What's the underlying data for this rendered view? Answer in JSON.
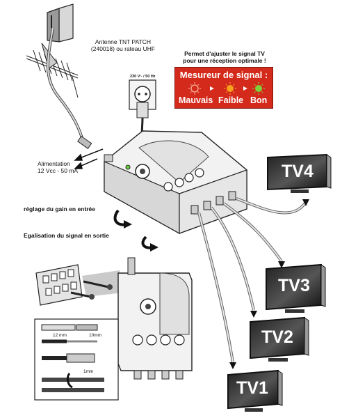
{
  "antenna": {
    "line1": "Antenne TNT PATCH",
    "line2": "(240018) ou rateau UHF"
  },
  "supply": {
    "line1": "Alimentation",
    "line2": "12 Vcc - 50 mA"
  },
  "outlet": {
    "label": "230 V~ / 50 Hz"
  },
  "adjust_note": {
    "line1": "Permet d'ajuster le signal TV",
    "line2": "pour une réception optimale !"
  },
  "meter": {
    "title": "Mesureur de signal :",
    "levels": [
      {
        "label": "Mauvais",
        "color": "#f4a48a"
      },
      {
        "label": "Faible",
        "color": "#f7a21e"
      },
      {
        "label": "Bon",
        "color": "#7fd03a"
      }
    ]
  },
  "gain_label": "réglage du gain en entrée",
  "equalize_label": "Egalisation du signal en sortie",
  "tvs": [
    "TV4",
    "TV3",
    "TV2",
    "TV1"
  ],
  "cable_prep": {
    "len1": "12 mm",
    "len2": "10mm",
    "len3": "1mm"
  }
}
